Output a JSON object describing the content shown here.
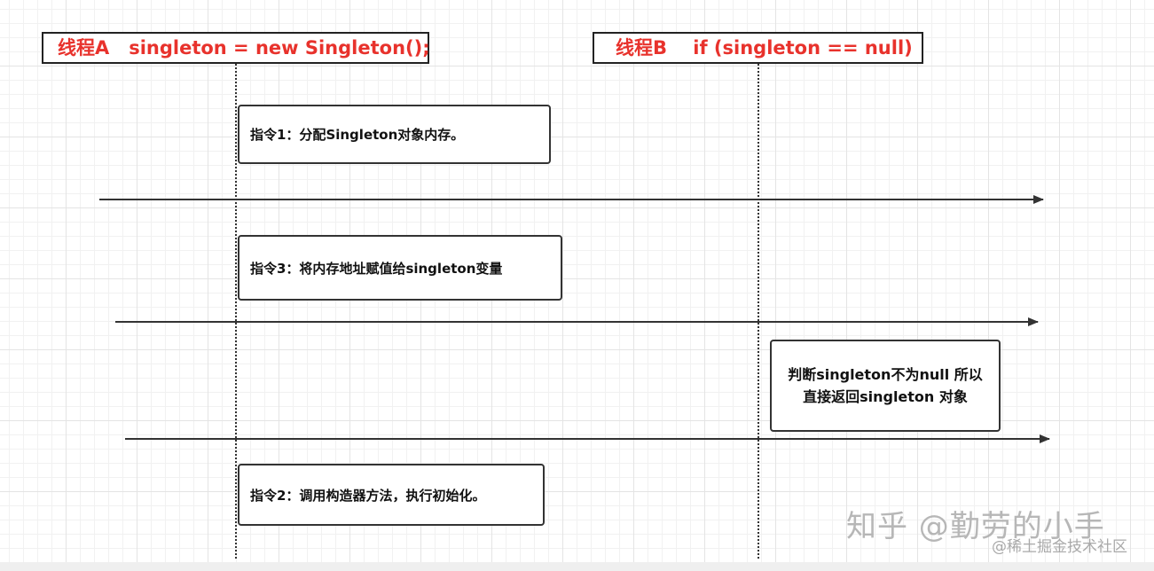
{
  "threads": {
    "a": {
      "label": "线程A",
      "code": "singleton = new Singleton();"
    },
    "b": {
      "label": "线程B",
      "code": "if (singleton == null)"
    }
  },
  "steps": {
    "step1": "指令1：分配Singleton对象内存。",
    "step3": "指令3：将内存地址赋值给singleton变量",
    "stepB": {
      "line1": "判断singleton不为null 所以",
      "line2": "直接返回singleton 对象"
    },
    "step2": "指令2：调用构造器方法，执行初始化。"
  },
  "watermark": {
    "main": "知乎 @勤劳的小手",
    "sub": "@稀土掘金技术社区"
  },
  "colors": {
    "header_text": "#e8322c",
    "line": "#333333"
  }
}
